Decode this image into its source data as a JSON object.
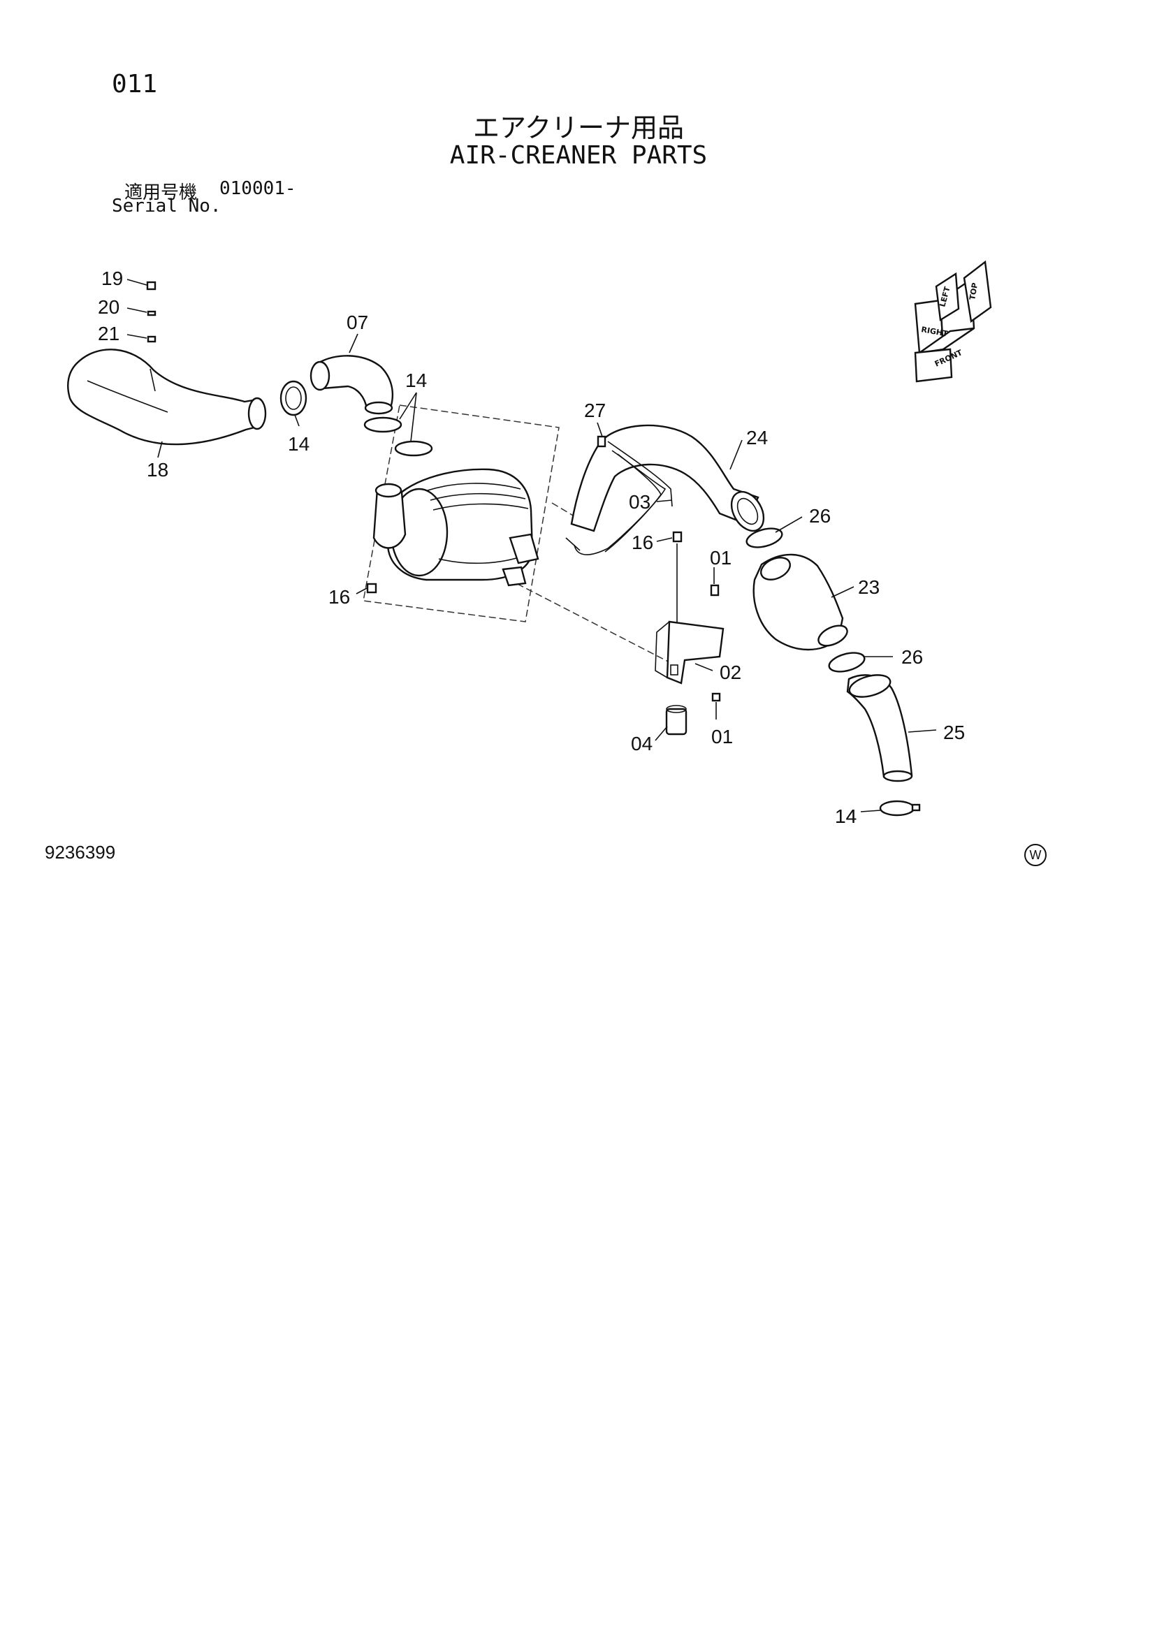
{
  "page_number": "011",
  "title_jp": "エアクリーナ用品",
  "title_en": "AIR-CREANER PARTS",
  "serial": {
    "label_jp": "適用号機",
    "value": "010001-",
    "label_en": "Serial No."
  },
  "orientation_labels": [
    "TOP",
    "LEFT",
    "RIGHT",
    "FRONT"
  ],
  "callouts": [
    "19",
    "20",
    "21",
    "07",
    "14",
    "14",
    "14",
    "18",
    "27",
    "24",
    "03",
    "26",
    "16",
    "01",
    "23",
    "16",
    "02",
    "26",
    "04",
    "01",
    "25",
    "14"
  ],
  "document_code": "9236399",
  "watermark_symbol": "W"
}
